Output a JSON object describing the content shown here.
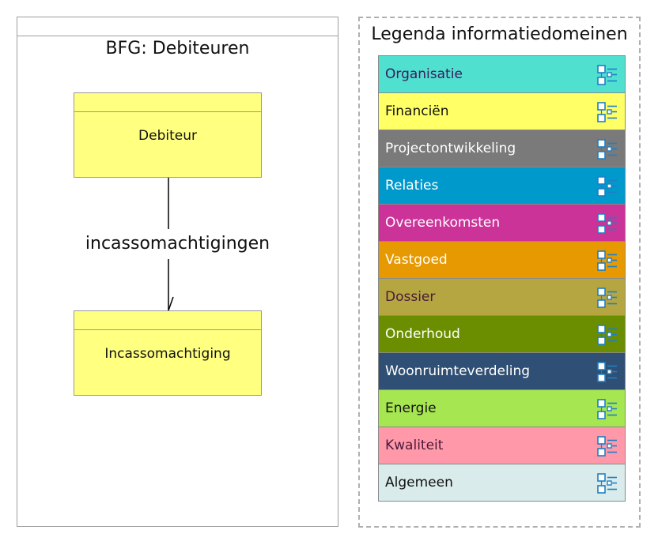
{
  "diagram": {
    "title": "BFG: Debiteuren",
    "entities": [
      {
        "name": "Debiteur"
      },
      {
        "name": "Incassomachtiging"
      }
    ],
    "relation_label": "incassomachtigingen"
  },
  "legend": {
    "title": "Legenda informatiedomeinen",
    "icon": "class-list-icon",
    "items": [
      {
        "label": "Organisatie",
        "bg": "#50e0d0",
        "fg": "#3a1a5e"
      },
      {
        "label": "Financiën",
        "bg": "#ffff66",
        "fg": "#111111"
      },
      {
        "label": "Projectontwikkeling",
        "bg": "#7a7a7a",
        "fg": "#ffffff"
      },
      {
        "label": "Relaties",
        "bg": "#0099cc",
        "fg": "#ffffff"
      },
      {
        "label": "Overeenkomsten",
        "bg": "#cc3399",
        "fg": "#ffffff"
      },
      {
        "label": "Vastgoed",
        "bg": "#e69900",
        "fg": "#ffffff"
      },
      {
        "label": "Dossier",
        "bg": "#b5a642",
        "fg": "#4a1a3a"
      },
      {
        "label": "Onderhoud",
        "bg": "#6b8e00",
        "fg": "#ffffff"
      },
      {
        "label": "Woonruimteverdeling",
        "bg": "#2f4f74",
        "fg": "#ffffff"
      },
      {
        "label": "Energie",
        "bg": "#a6e650",
        "fg": "#111111"
      },
      {
        "label": "Kwaliteit",
        "bg": "#ff99aa",
        "fg": "#4a1a3a"
      },
      {
        "label": "Algemeen",
        "bg": "#d9ebea",
        "fg": "#111111"
      }
    ]
  }
}
